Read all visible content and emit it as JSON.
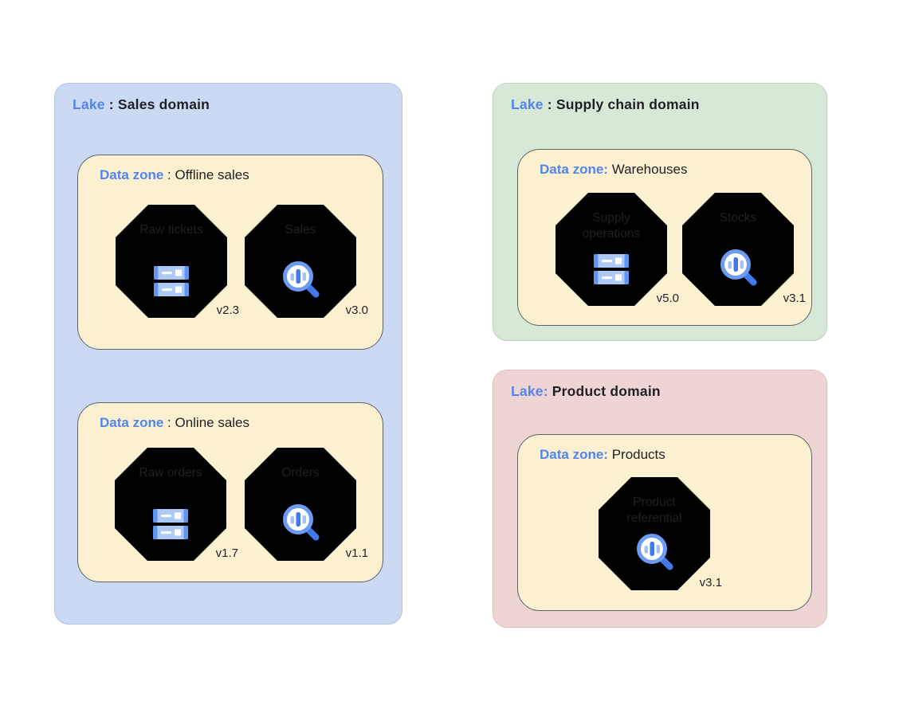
{
  "diagram_type": "data-lake-architecture",
  "colors": {
    "lake_sales_bg": "#ccd9f3",
    "lake_supply_bg": "#d7e8d6",
    "lake_product_bg": "#eed5d3",
    "data_zone_bg": "#fbf0cf",
    "data_zone_border": "#5f6368",
    "asset_border_blue": "#4285f4",
    "asset_border_green": "#34a853",
    "asset_border_black": "#17181a",
    "keyword_blue": "#5285ee",
    "text_black": "#1f2125"
  },
  "icons": {
    "storage": "storage-servers-icon",
    "search": "search-analytics-icon"
  },
  "lakes": [
    {
      "prefix": "Lake",
      "rest": " : Sales domain",
      "zones": [
        {
          "prefix": "Data zone",
          "rest": " : Offline sales",
          "assets": [
            {
              "name": "Raw tickets",
              "version": "v2.3",
              "icon": "storage",
              "border": "blue"
            },
            {
              "name": "Sales",
              "version": "v3.0",
              "icon": "search",
              "border": "blue"
            }
          ]
        },
        {
          "prefix": "Data zone",
          "rest": " : Online sales",
          "assets": [
            {
              "name": "Raw orders",
              "version": "v1.7",
              "icon": "storage",
              "border": "blue"
            },
            {
              "name": "Orders",
              "version": "v1.1",
              "icon": "search",
              "border": "blue"
            }
          ]
        }
      ]
    },
    {
      "prefix": "Lake",
      "rest": " : Supply chain domain",
      "zones": [
        {
          "prefix": "Data zone:",
          "rest": " Warehouses",
          "assets": [
            {
              "name": "Supply operations",
              "version": "v5.0",
              "icon": "storage",
              "border": "green"
            },
            {
              "name": "Stocks",
              "version": "v3.1",
              "icon": "search",
              "border": "green"
            }
          ]
        }
      ]
    },
    {
      "prefix": "Lake:",
      "rest": " Product domain",
      "zones": [
        {
          "prefix": "Data zone:",
          "rest": " Products",
          "assets": [
            {
              "name": "Product referential",
              "version": "v3.1",
              "icon": "search",
              "border": "black"
            }
          ]
        }
      ]
    }
  ]
}
